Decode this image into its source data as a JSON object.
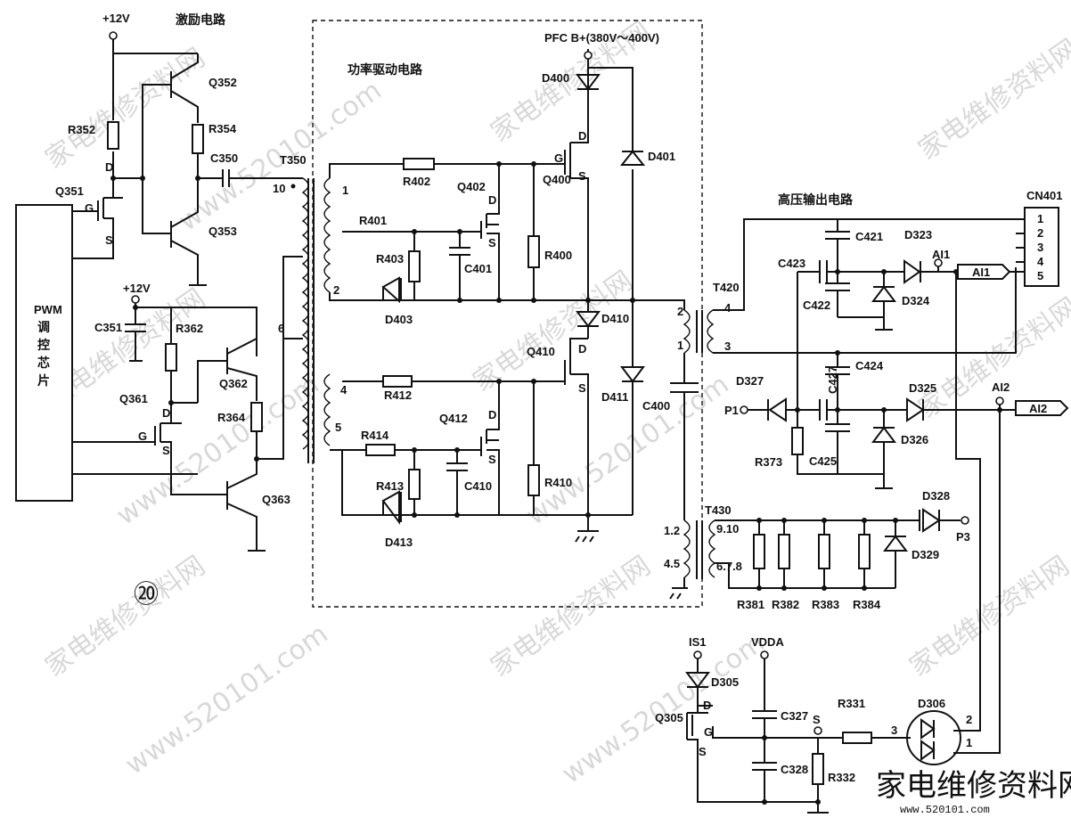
{
  "titles": {
    "excite": "激励电路",
    "power_drive": "功率驱动电路",
    "hv_output": "高压输出电路",
    "pfc": "PFC B+(380V～400V)"
  },
  "ic": {
    "chars": [
      "PWM",
      "调",
      "控",
      "芯",
      "片"
    ]
  },
  "rails": {
    "v12a": "+12V",
    "v12b": "+12V",
    "vdda": "VDDA",
    "is1": "IS1"
  },
  "fig_number": "⑳",
  "connector": {
    "name": "CN401",
    "pins": [
      "1",
      "2",
      "3",
      "4",
      "5"
    ]
  },
  "outputs": {
    "ai1_pin": "AI1",
    "ai1_flag": "AI1",
    "ai2_pin": "AI2",
    "ai2_flag": "AI2",
    "p1": "P1",
    "p3": "P3"
  },
  "logo": {
    "text": "家电维修资料网",
    "url": "www.520101.com"
  },
  "watermark": {
    "cn": "家电维修资料网",
    "url": "www.520101.com"
  },
  "labels": {
    "q351": "Q351",
    "q352": "Q352",
    "q353": "Q353",
    "q361": "Q361",
    "q362": "Q362",
    "q363": "Q363",
    "r352": "R352",
    "r354": "R354",
    "c350": "C350",
    "t350": "T350",
    "c351": "C351",
    "r362": "R362",
    "r364": "R364",
    "r401": "R401",
    "r402": "R402",
    "r403": "R403",
    "c401": "C401",
    "r400": "R400",
    "d403": "D403",
    "q402": "Q402",
    "q400": "Q400",
    "d400": "D400",
    "d401": "D401",
    "d410": "D410",
    "d411": "D411",
    "q410": "Q410",
    "r412": "R412",
    "r414": "R414",
    "q412": "Q412",
    "r413": "R413",
    "c410": "C410",
    "r410": "R410",
    "d413": "D413",
    "c400": "C400",
    "t420": "T420",
    "c421": "C421",
    "d323": "D323",
    "c423": "C423",
    "c422": "C422",
    "d324": "D324",
    "d327": "D327",
    "c427": "C427",
    "c424": "C424",
    "d325": "D325",
    "r373": "R373",
    "c425": "C425",
    "d326": "D326",
    "t430": "T430",
    "d328": "D328",
    "d329": "D329",
    "r381": "R381",
    "r382": "R382",
    "r383": "R383",
    "r384": "R384",
    "d305": "D305",
    "q305": "Q305",
    "c327": "C327",
    "c328": "C328",
    "r331": "R331",
    "r332": "R332",
    "d306": "D306"
  },
  "pins": {
    "g": "G",
    "d": "D",
    "s": "S",
    "n1": "1",
    "n2": "2",
    "n3": "3",
    "n4": "4",
    "n5": "5",
    "n6": "6",
    "n10": "10",
    "n12": "1.2",
    "n45": "4.5",
    "n910": "9.10",
    "n678": "6.7.8"
  }
}
